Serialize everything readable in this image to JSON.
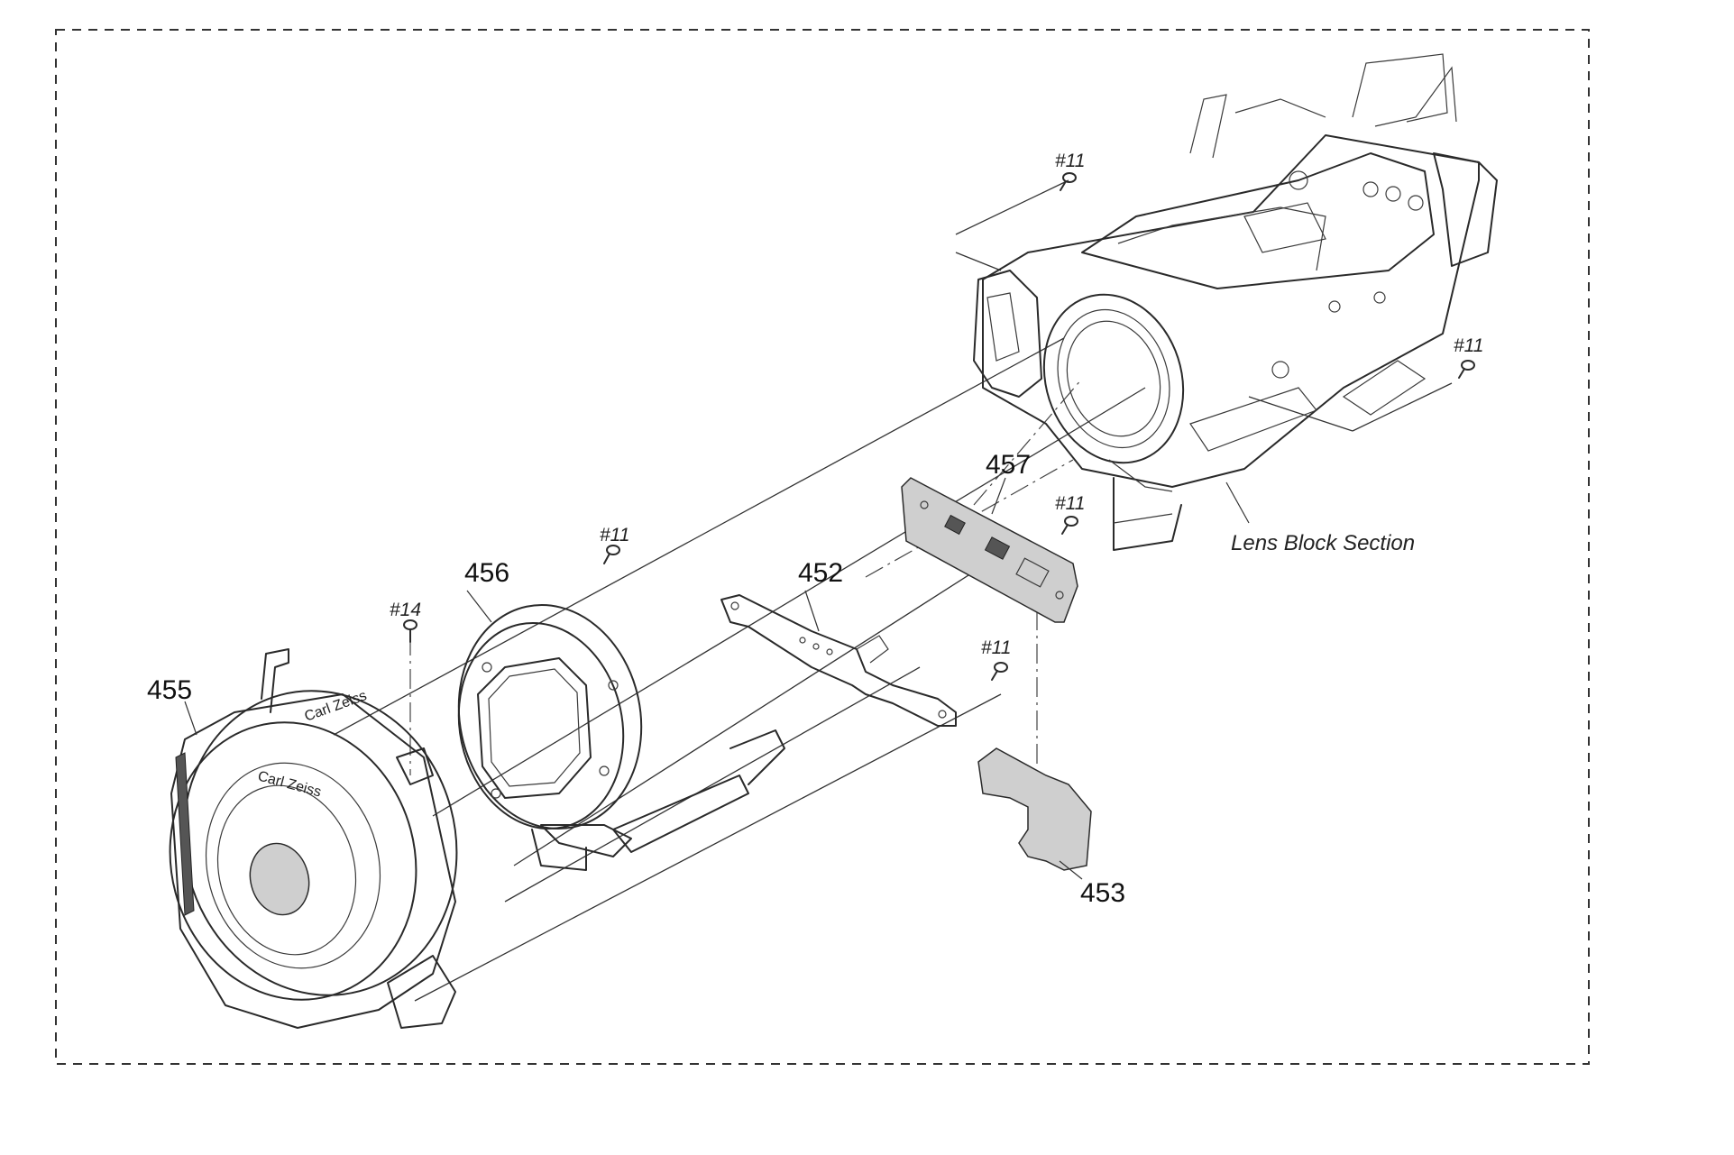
{
  "labels": {
    "part_455": "455",
    "part_456": "456",
    "part_452": "452",
    "part_457": "457",
    "part_453": "453",
    "screw_14": "#14",
    "screw_11_a": "#11",
    "screw_11_b": "#11",
    "screw_11_c": "#11",
    "screw_11_d": "#11",
    "screw_11_e": "#11",
    "lens_block_section": "Lens Block Section"
  },
  "lens_markings": {
    "brand": "Carl Zeiss",
    "brand_inner": "Carl Zeiss"
  }
}
